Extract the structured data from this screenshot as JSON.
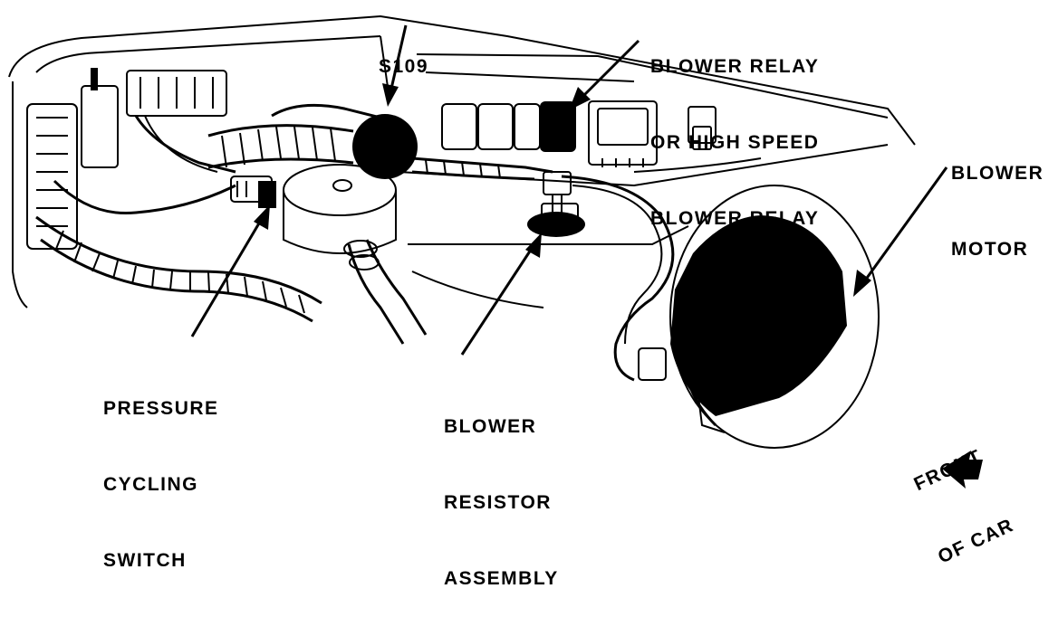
{
  "colors": {
    "ink": "#000000",
    "paper": "#ffffff"
  },
  "labels": {
    "splice": "S109",
    "blower_relay": [
      "BLOWER RELAY",
      "OR HIGH SPEED",
      "BLOWER RELAY"
    ],
    "blower_motor": [
      "BLOWER",
      "MOTOR"
    ],
    "pressure_cycling_switch": [
      "PRESSURE",
      "CYCLING",
      "SWITCH"
    ],
    "blower_resistor_assembly": [
      "BLOWER",
      "RESISTOR",
      "ASSEMBLY"
    ],
    "front_of_car": [
      "FRONT",
      "OF CAR"
    ]
  }
}
